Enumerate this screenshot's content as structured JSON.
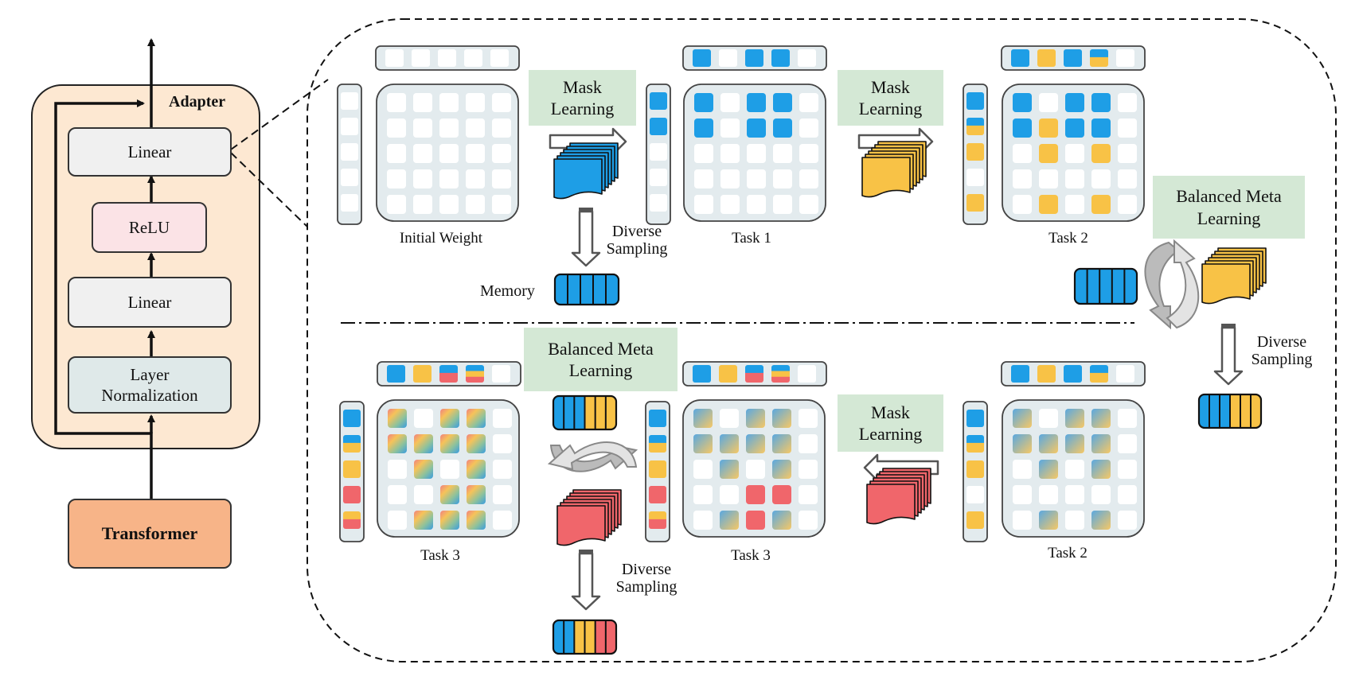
{
  "adapter": {
    "title": "Adapter",
    "blocks": [
      "Linear",
      "ReLU",
      "Linear",
      "Layer Normalization"
    ],
    "transformer": "Transformer"
  },
  "labels": {
    "initial_weight": "Initial Weight",
    "task1": "Task 1",
    "task2_top": "Task 2",
    "task3_left": "Task 3",
    "task3_mid": "Task 3",
    "task2_bottom": "Task 2",
    "memory": "Memory"
  },
  "steps": {
    "mask_learning_1": "Mask Learning",
    "mask_learning_2": "Mask Learning",
    "mask_learning_3": "Mask Learning",
    "balanced_meta_1": "Balanced Meta Learning",
    "balanced_meta_2": "Balanced Meta Learning",
    "diverse_sampling_1": "Diverse Sampling",
    "diverse_sampling_2": "Diverse Sampling",
    "diverse_sampling_3": "Diverse Sampling"
  },
  "colors": {
    "task1_blue": "#1e9ee6",
    "task2_orange": "#f8c246",
    "task3_red": "#f0666b",
    "cell_white": "#ffffff",
    "matrix_bg": "#e3ebee",
    "label_green": "#d4e8d5",
    "adapter_bg": "#fde8d2",
    "relu_bg": "#fbe3e6",
    "linear_bg": "#f0f0f0",
    "layernorm_bg": "#dfe9e9",
    "transformer_bg": "#f7b488"
  },
  "matrices": {
    "initial": {
      "top": [
        "w",
        "w",
        "w",
        "w",
        "w"
      ],
      "left": [
        "w",
        "w",
        "w",
        "w",
        "w"
      ],
      "grid": [
        [
          "w",
          "w",
          "w",
          "w",
          "w"
        ],
        [
          "w",
          "w",
          "w",
          "w",
          "w"
        ],
        [
          "w",
          "w",
          "w",
          "w",
          "w"
        ],
        [
          "w",
          "w",
          "w",
          "w",
          "w"
        ],
        [
          "w",
          "w",
          "w",
          "w",
          "w"
        ]
      ]
    },
    "task1": {
      "top": [
        "b",
        "w",
        "b",
        "b",
        "w"
      ],
      "left": [
        "b",
        "b",
        "w",
        "w",
        "w"
      ],
      "grid": [
        [
          "b",
          "w",
          "b",
          "b",
          "w"
        ],
        [
          "b",
          "w",
          "b",
          "b",
          "w"
        ],
        [
          "w",
          "w",
          "w",
          "w",
          "w"
        ],
        [
          "w",
          "w",
          "w",
          "w",
          "w"
        ],
        [
          "w",
          "w",
          "w",
          "w",
          "w"
        ]
      ]
    },
    "task2_top": {
      "top": [
        "b",
        "o",
        "b",
        "bo",
        "w"
      ],
      "left": [
        "b",
        "bo",
        "o",
        "w",
        "o"
      ],
      "grid": [
        [
          "b",
          "w",
          "b",
          "b",
          "w"
        ],
        [
          "b",
          "o",
          "b",
          "b",
          "w"
        ],
        [
          "w",
          "o",
          "w",
          "o",
          "w"
        ],
        [
          "w",
          "w",
          "w",
          "w",
          "w"
        ],
        [
          "w",
          "o",
          "w",
          "o",
          "w"
        ]
      ]
    },
    "task2_bottom": {
      "top": [
        "b",
        "o",
        "b",
        "bo",
        "w"
      ],
      "left": [
        "b",
        "bo",
        "o",
        "w",
        "o"
      ],
      "grid": [
        [
          "g",
          "w",
          "g",
          "g",
          "w"
        ],
        [
          "g",
          "g",
          "g",
          "g",
          "w"
        ],
        [
          "w",
          "g",
          "w",
          "g",
          "w"
        ],
        [
          "w",
          "w",
          "w",
          "w",
          "w"
        ],
        [
          "w",
          "g",
          "w",
          "g",
          "w"
        ]
      ]
    },
    "task3_mid": {
      "top": [
        "b",
        "o",
        "br",
        "bor",
        "w"
      ],
      "left": [
        "b",
        "bo",
        "o",
        "r",
        "or"
      ],
      "grid": [
        [
          "g",
          "w",
          "g",
          "g",
          "w"
        ],
        [
          "g",
          "g",
          "g",
          "g",
          "w"
        ],
        [
          "w",
          "g",
          "w",
          "g",
          "w"
        ],
        [
          "w",
          "w",
          "r",
          "r",
          "w"
        ],
        [
          "w",
          "g",
          "r",
          "g",
          "w"
        ]
      ]
    },
    "task3_left": {
      "top": [
        "b",
        "o",
        "br",
        "bor",
        "w"
      ],
      "left": [
        "b",
        "bo",
        "o",
        "r",
        "or"
      ],
      "grid": [
        [
          "t",
          "w",
          "t",
          "t",
          "w"
        ],
        [
          "t",
          "t",
          "t",
          "t",
          "w"
        ],
        [
          "w",
          "t",
          "w",
          "t",
          "w"
        ],
        [
          "w",
          "w",
          "t",
          "t",
          "w"
        ],
        [
          "w",
          "t",
          "t",
          "t",
          "w"
        ]
      ]
    }
  },
  "memory_banks": {
    "memory1": [
      "b",
      "b",
      "b",
      "b",
      "b"
    ],
    "memory_right_top": [
      "b",
      "b",
      "b",
      "b",
      "b"
    ],
    "memory2": [
      "b",
      "b",
      "b",
      "o",
      "o",
      "o"
    ],
    "memory_mid": [
      "b",
      "b",
      "b",
      "o",
      "o",
      "o"
    ],
    "memory3": [
      "b",
      "b",
      "o",
      "o",
      "r",
      "r"
    ]
  },
  "stacks": {
    "stack_blue": "b",
    "stack_orange_1": "o",
    "stack_orange_2": "o",
    "stack_red_1": "r",
    "stack_red_2": "r"
  }
}
